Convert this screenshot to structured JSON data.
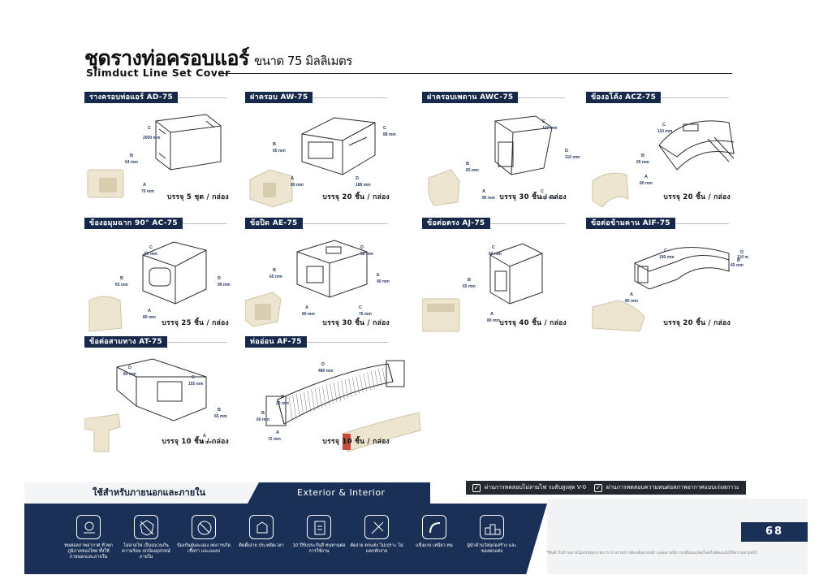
{
  "header": {
    "title_th": "ชุดรางท่อครอบแอร์",
    "title_sub": "ขนาด 75 มิลลิเมตร",
    "title_en": "Slimduct Line Set Cover"
  },
  "products": [
    {
      "name": "รางครอบท่อแอร์  AD-75",
      "qty": "บรรจุ 5 ชุด / กล่อง",
      "dims": [
        "C",
        "2000 mm",
        "B",
        "64 mm",
        "A",
        "75 mm"
      ]
    },
    {
      "name": "ฝาครอบ  AW-75",
      "qty": "บรรจุ 20 ชิ้น / กล่อง",
      "dims": [
        "B",
        "65 mm",
        "C",
        "88 mm",
        "A",
        "80 mm",
        "D",
        "188 mm"
      ]
    },
    {
      "name": "ฝาครอบเพดาน AWC-75",
      "qty": "บรรจุ 30 ชิ้น / กล่อง",
      "dims": [
        "E",
        "110 mm",
        "D",
        "110 mm",
        "B",
        "65 mm",
        "A",
        "80 mm",
        "C",
        "100 mm"
      ]
    },
    {
      "name": "ข้องอโค้ง ACZ-75",
      "qty": "บรรจุ 20 ชิ้น / กล่อง",
      "dims": [
        "C",
        "110 mm",
        "B",
        "65 mm",
        "A",
        "80 mm"
      ]
    },
    {
      "name": "ข้องอมุมฉาก 90° AC-75",
      "qty": "บรรจุ 25 ชิ้น / กล่อง",
      "dims": [
        "C",
        "90 mm",
        "B",
        "65 mm",
        "D",
        "90 mm",
        "A",
        "80 mm"
      ]
    },
    {
      "name": "ข้อปิด AE-75",
      "qty": "บรรจุ 30 ชิ้น / กล่อง",
      "dims": [
        "D",
        "63 mm",
        "B",
        "65 mm",
        "E",
        "40 mm",
        "A",
        "80 mm",
        "C",
        "76 mm"
      ]
    },
    {
      "name": "ข้อต่อตรง AJ-75",
      "qty": "บรรจุ 40 ชิ้น / กล่อง",
      "dims": [
        "C",
        "60 mm",
        "B",
        "65 mm",
        "A",
        "80 mm"
      ]
    },
    {
      "name": "ข้อต่อข้ามคาน AIF-75",
      "qty": "บรรจุ 20 ชิ้น / กล่อง",
      "dims": [
        "C",
        "190 mm",
        "B",
        "65 mm",
        "D",
        "110 mm",
        "A",
        "80 mm"
      ]
    },
    {
      "name": "ข้อต่อสามทาง AT-75",
      "qty": "บรรจุ 10 ชิ้น / กล่อง",
      "dims": [
        "D",
        "80 mm",
        "C",
        "155 mm",
        "B",
        "65 mm",
        "A",
        "80 mm"
      ]
    },
    {
      "name": "ท่ออ่อน AF-75",
      "qty": "บรรจุ 10 ชิ้น / กล่อง",
      "dims": [
        "D",
        "480 mm",
        "C",
        "25 mm",
        "B",
        "60 mm",
        "A",
        "72 mm"
      ]
    }
  ],
  "usage": {
    "label_th": "ใช้สำหรับภายนอกและภายใน",
    "label_en": "Exterior & Interior"
  },
  "certifications": [
    "ผ่านการทดสอบไม่ลามไฟ ระดับสูงสุด V-0",
    "ผ่านการทดสอบความทนต่อสภาพอากาศแบบเร่งสภาวะ"
  ],
  "features": [
    {
      "icon": "weather-icon",
      "text": "ทนต่อสภาพอากาศ ทั่วทุกภูมิภาคของไทย ทั้งใช้ภายนอกและภายใน"
    },
    {
      "icon": "uv-shield-icon",
      "text": "ไม่ลามไฟ เป็นฉนวนกันความร้อน ปกป้องอุปกรณ์ภายใน"
    },
    {
      "icon": "no-pest-icon",
      "text": "ป้องกันฝุ่นละออง ลดการเกิดเชื้อรา และแมลง"
    },
    {
      "icon": "easy-install-icon",
      "text": "ติดตั้งง่าย ประหยัดเวลา"
    },
    {
      "icon": "warranty-icon",
      "text": "10 ปีรับประกันสี ทนทานต่อการใช้งาน"
    },
    {
      "icon": "cut-icon",
      "text": "ตัดง่าย ตกแต่ง ไม่เปราะ ไม่แตกหักง่าย"
    },
    {
      "icon": "flexible-icon",
      "text": "แข็งแรง เหนียว ทน"
    },
    {
      "icon": "podium-icon",
      "text": "ผู้นำด้านวัสดุก่อสร้าง และของตกแต่ง"
    }
  ],
  "page_number": "68",
  "footnote": "*สินค้าในร้านอาจไม่ครบทุกรายการ บางรายการต้องสั่งล่วงหน้า และอาจมีการเปลี่ยนแปลงโดยไม่ต้องแจ้งให้ทราบล่วงหน้า",
  "colors": {
    "navy": "#1a3057",
    "beige": "#ede5cf",
    "dark": "#24282f"
  }
}
